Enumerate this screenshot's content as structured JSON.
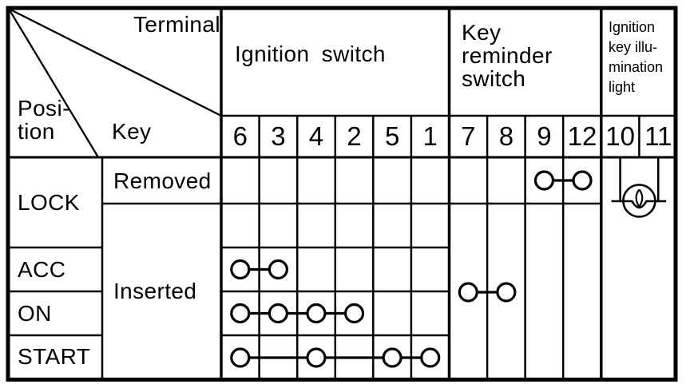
{
  "diagram": {
    "corner": {
      "terminal_label": "Terminal",
      "position_label": "Posi-\ntion",
      "key_label": "Key"
    },
    "column_groups": [
      {
        "id": "ignition-switch",
        "label": "Ignition switch",
        "terminals": [
          "6",
          "3",
          "4",
          "2",
          "5",
          "1"
        ]
      },
      {
        "id": "key-reminder-switch",
        "label": "Key\nreminder\nswitch",
        "terminals": [
          "7",
          "8",
          "9",
          "12"
        ]
      },
      {
        "id": "ignition-key-illumination-light",
        "label": "Ignition\nkey illu-\nmination\nlight",
        "terminals": [
          "10",
          "11"
        ]
      }
    ],
    "terminal_order": [
      "6",
      "3",
      "4",
      "2",
      "5",
      "1",
      "7",
      "8",
      "9",
      "12",
      "10",
      "11"
    ],
    "positions": [
      "LOCK",
      "ACC",
      "ON",
      "START"
    ],
    "key_states": [
      "Removed",
      "Inserted"
    ],
    "connections": [
      {
        "row": "removed",
        "terminals": [
          "9",
          "12"
        ]
      },
      {
        "row": "acc",
        "terminals": [
          "6",
          "3"
        ]
      },
      {
        "row": "on",
        "terminals": [
          "6",
          "3",
          "4",
          "2"
        ]
      },
      {
        "row": "start",
        "terminals": [
          "6",
          "4",
          "5",
          "1"
        ]
      },
      {
        "row": "inserted",
        "terminals": [
          "7",
          "8"
        ]
      }
    ],
    "lamp": {
      "symbol": "lamp",
      "terminals": [
        "10",
        "11"
      ]
    },
    "colors": {
      "ink": "#000000",
      "paper": "#ffffff"
    }
  }
}
